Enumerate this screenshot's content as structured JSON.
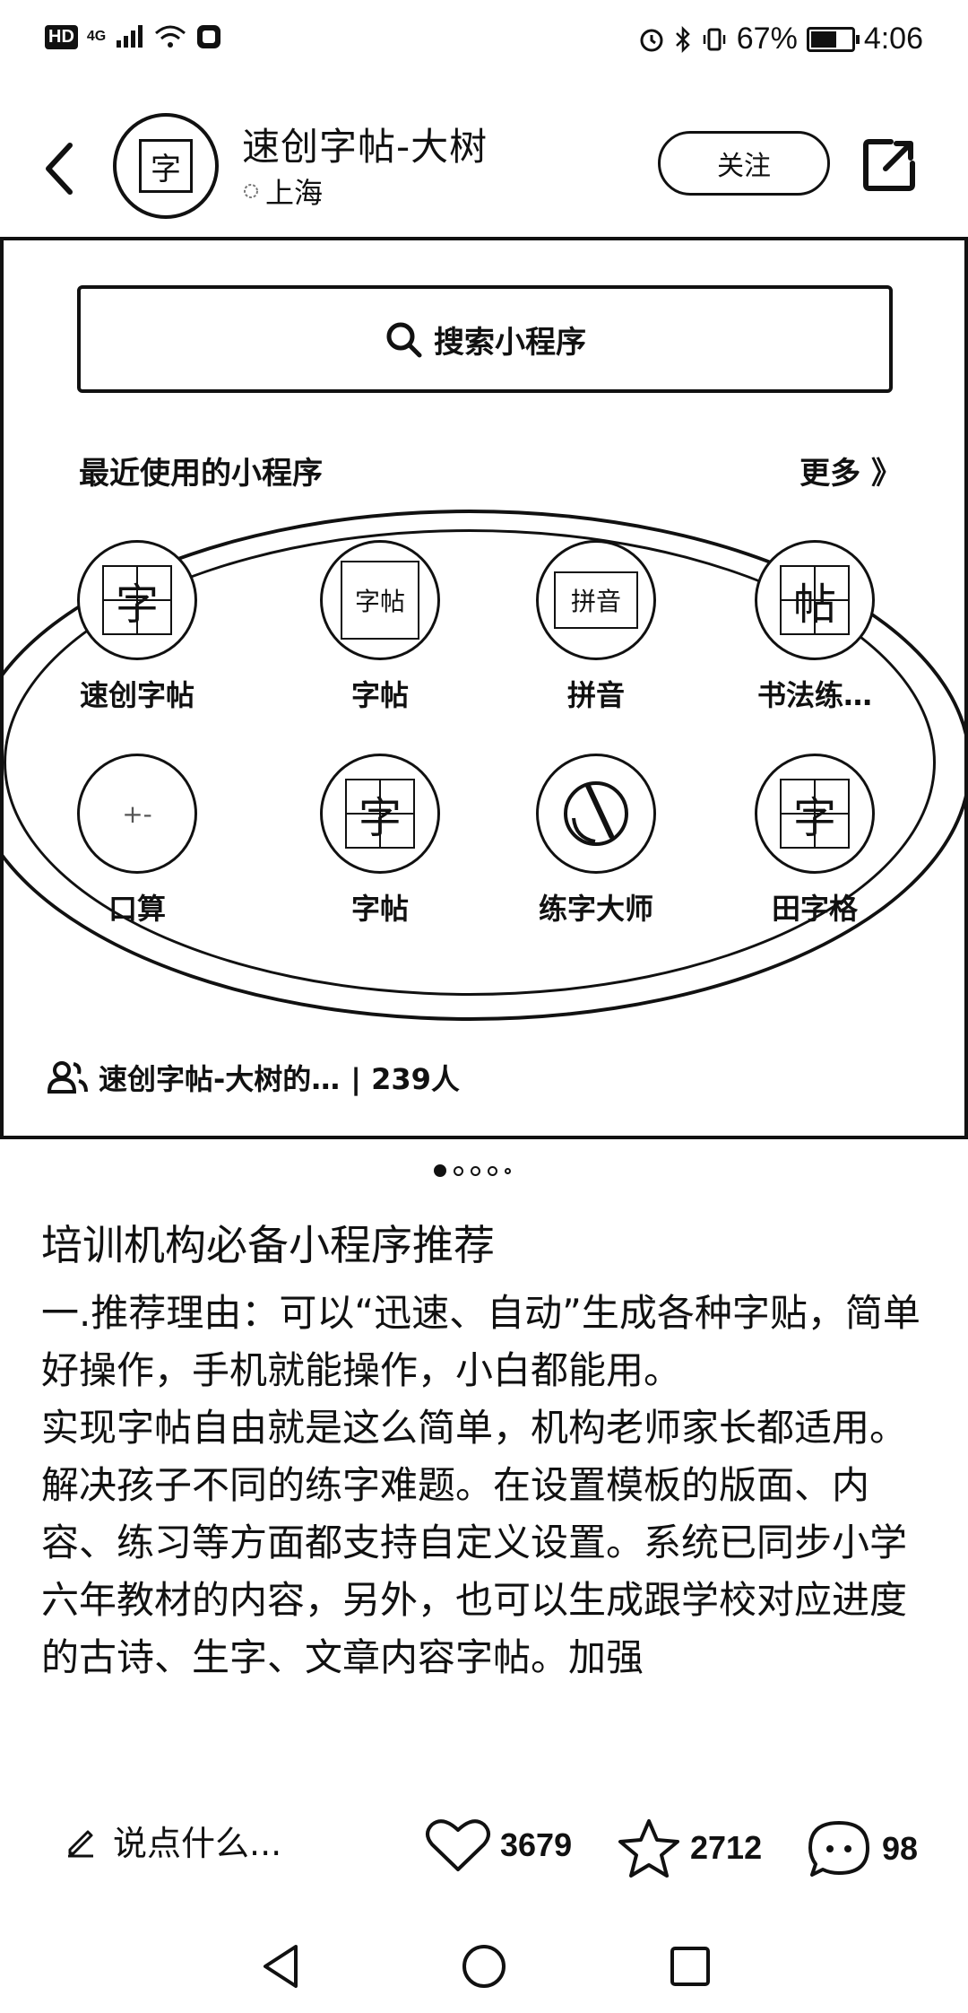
{
  "status_bar": {
    "left_badges": [
      "HD",
      "4G"
    ],
    "battery": "67%",
    "time": "4:06"
  },
  "header": {
    "account_name": "速创字帖-大树",
    "location": "上海",
    "avatar_glyph": "字",
    "follow_label": "关注"
  },
  "carousel": {
    "search_placeholder": "搜索小程序",
    "recent_title": "最近使用的小程序",
    "more_label": "更多 》",
    "apps": [
      {
        "label": "速创字帖",
        "glyph": "字"
      },
      {
        "label": "字帖",
        "glyph": "字帖"
      },
      {
        "label": "拼音",
        "glyph": "拼音"
      },
      {
        "label": "书法练…",
        "glyph": "帖"
      },
      {
        "label": "口算",
        "glyph": "+-"
      },
      {
        "label": "字帖",
        "glyph": "字"
      },
      {
        "label": "练字大师",
        "glyph": "笔"
      },
      {
        "label": "田字格",
        "glyph": "字"
      }
    ],
    "group_name": "速创字帖-大树的…",
    "group_count": "| 239人"
  },
  "pager": {
    "pages": 5,
    "active": 0
  },
  "article": {
    "title": "培训机构必备小程序推荐",
    "paragraphs": [
      "一.推荐理由：可以“迅速、自动”生成各种字贴，简单好操作，手机就能操作，小白都能用。",
      "实现字帖自由就是这么简单，机构老师家长都适用。",
      "解决孩子不同的练字难题。在设置模板的版面、内容、练习等方面都支持自定义设置。系统已同步小学六年教材的内容，另外，也可以生成跟学校对应进度的古诗、生字、文章内容字帖。加强"
    ]
  },
  "actions": {
    "comment_placeholder": "说点什么...",
    "likes": "3679",
    "favorites": "2712",
    "comments": "98"
  },
  "icons": {
    "back": "chevron-left-icon",
    "share": "share-icon",
    "search": "search-icon",
    "group": "group-icon",
    "edit": "pencil-icon",
    "like": "heart-icon",
    "favorite": "star-icon",
    "comment": "chat-bubble-icon"
  }
}
